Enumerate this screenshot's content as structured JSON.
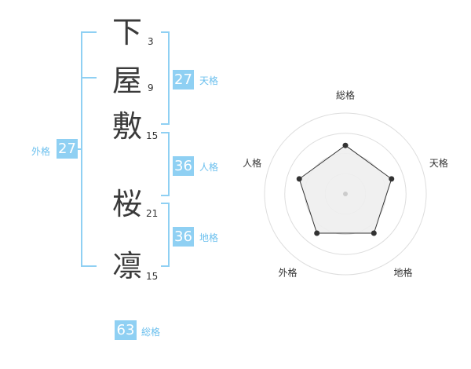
{
  "name_chars": [
    {
      "char": "下",
      "strokes": "3"
    },
    {
      "char": "屋",
      "strokes": "9"
    },
    {
      "char": "敷",
      "strokes": "15"
    },
    {
      "char": "桜",
      "strokes": "21"
    },
    {
      "char": "凛",
      "strokes": "15"
    }
  ],
  "kakaku": {
    "tenkaku": {
      "label": "天格",
      "value": "27"
    },
    "jinkaku": {
      "label": "人格",
      "value": "36"
    },
    "chikaku": {
      "label": "地格",
      "value": "36"
    },
    "gaikaku": {
      "label": "外格",
      "value": "27"
    },
    "soukaku": {
      "label": "総格",
      "value": "63"
    }
  },
  "colors": {
    "accent": "#8fd0f3",
    "label": "#6cc0ee",
    "text": "#3a3a3a"
  },
  "chart_data": {
    "type": "radar",
    "axes": [
      "総格",
      "天格",
      "地格",
      "外格",
      "人格"
    ],
    "values": [
      3,
      3,
      3,
      3,
      3
    ],
    "max": 5,
    "rings": 4
  }
}
